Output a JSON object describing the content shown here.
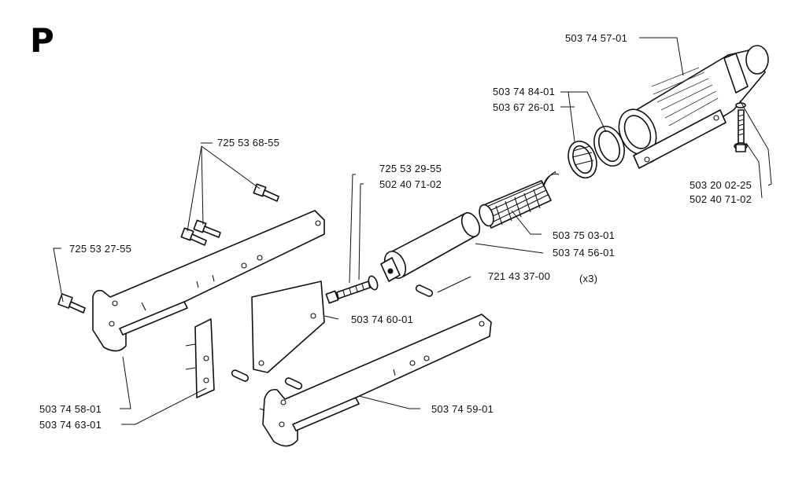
{
  "section_letter": "P",
  "labels": {
    "p_503_74_57_01": "503 74 57-01",
    "p_503_74_84_01": "503 74 84-01",
    "p_503_67_26_01": "503 67 26-01",
    "p_725_53_68_55": "725 53 68-55",
    "p_725_53_29_55": "725 53 29-55",
    "p_502_40_71_02_mid": "502 40 71-02",
    "p_503_20_02_25": "503 20 02-25",
    "p_502_40_71_02_right": "502 40 71-02",
    "p_725_53_27_55": "725 53 27-55",
    "p_503_75_03_01": "503 75 03-01",
    "p_503_74_56_01": "503 74 56-01",
    "p_721_43_37_00": "721 43 37-00",
    "qty_x3": "(x3)",
    "p_503_74_60_01": "503 74 60-01",
    "p_503_74_58_01": "503 74 58-01",
    "p_503_74_63_01": "503 74 63-01",
    "p_503_74_59_01": "503 74 59-01"
  }
}
